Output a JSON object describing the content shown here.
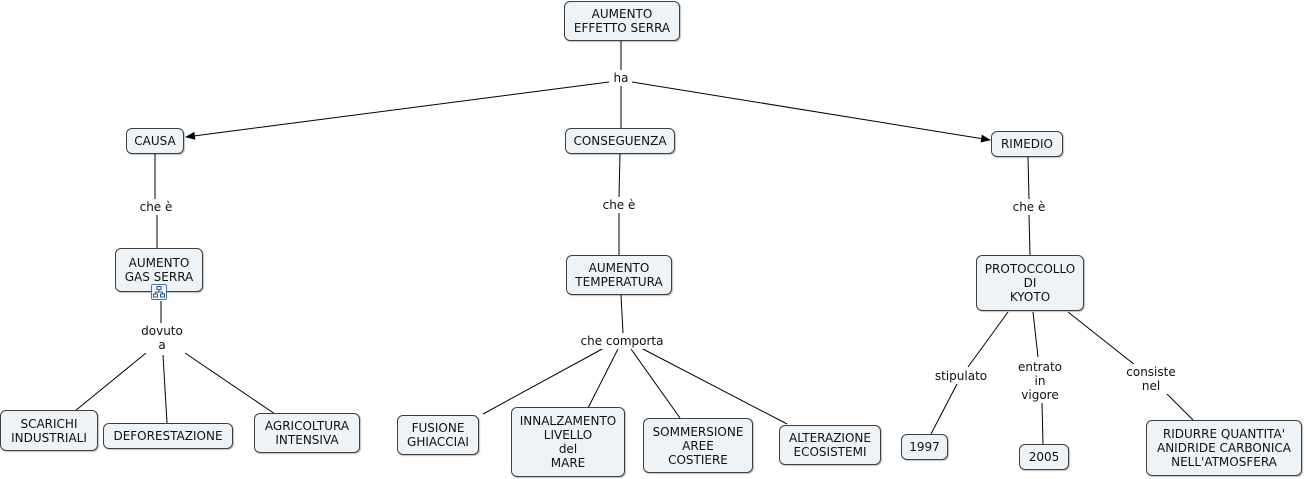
{
  "nodes": {
    "root": "AUMENTO\nEFFETTO SERRA",
    "causa": "CAUSA",
    "conseguenza": "CONSEGUENZA",
    "rimedio": "RIMEDIO",
    "gas": "AUMENTO\nGAS SERRA",
    "temp": "AUMENTO\nTEMPERATURA",
    "kyoto": "PROTOCCOLLO\nDI\nKYOTO",
    "scarichi": "SCARICHI\nINDUSTRIALI",
    "defor": "DEFORESTAZIONE",
    "agri": "AGRICOLTURA\nINTENSIVA",
    "fusione": "FUSIONE\nGHIACCIAI",
    "innalz": "INNALZAMENTO\nLIVELLO\ndel\nMARE",
    "sommer": "SOMMERSIONE\nAREE\nCOSTIERE",
    "alter": "ALTERAZIONE\nECOSISTEMI",
    "y1997": "1997",
    "y2005": "2005",
    "ridurre": "RIDURRE QUANTITA'\nANIDRIDE CARBONICA\nNELL'ATMOSFERA"
  },
  "links": {
    "ha": "ha",
    "che_e_causa": "che è",
    "che_e_cons": "che è",
    "che_e_rim": "che è",
    "dovuto": "dovuto\na",
    "comporta": "che comporta",
    "stipulato": "stipulato",
    "entrato": "entrato\nin\nvigore",
    "consiste": "consiste\nnel"
  },
  "icons": {
    "gas_badge": "concept-map-icon"
  },
  "colors": {
    "node_fill": "#eef3f7",
    "node_border": "#3f3f3f",
    "line": "#000000"
  }
}
